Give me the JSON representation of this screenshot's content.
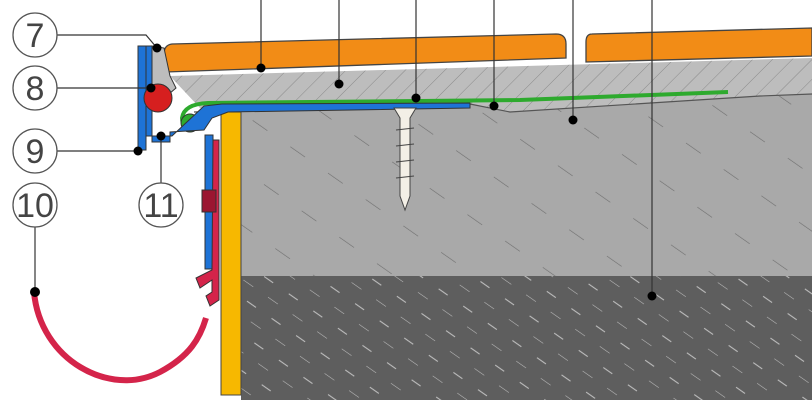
{
  "callouts": [
    {
      "id": "c7",
      "number": "7"
    },
    {
      "id": "c8",
      "number": "8"
    },
    {
      "id": "c9",
      "number": "9"
    },
    {
      "id": "c10",
      "number": "10"
    },
    {
      "id": "c11",
      "number": "11"
    }
  ],
  "colors": {
    "tile": "#f28c16",
    "adhesive": "#bdbdbd",
    "screed": "#a9a9a9",
    "insulation": "#5e5e5e",
    "profile": "#1e73d6",
    "membrane": "#2eaa2e",
    "gutter": "#d4244a",
    "sealing_ball": "#d61f1f",
    "facade_strip": "#f7b800",
    "dot": "#000000"
  }
}
